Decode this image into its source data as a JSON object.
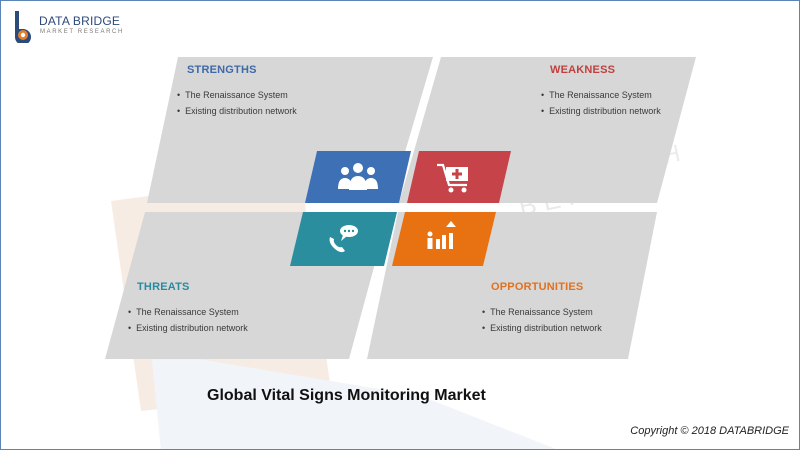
{
  "brand": {
    "name": "DATA BRIDGE",
    "subtitle": "MARKET RESEARCH",
    "icon": "data-bridge-logo-icon",
    "color": "#2c4a7a",
    "accent": "#e37f2c"
  },
  "swot": {
    "strengths": {
      "title": "STRENGTHS",
      "color": "#3e6aa8",
      "items": [
        "The Renaissance System",
        "Existing distribution network"
      ]
    },
    "weakness": {
      "title": "WEAKNESS",
      "color": "#c0403e",
      "items": [
        "The Renaissance System",
        "Existing distribution network"
      ]
    },
    "threats": {
      "title": "THREATS",
      "color": "#2a8aa0",
      "items": [
        "The Renaissance System",
        "Existing distribution network"
      ]
    },
    "opportunities": {
      "title": "OPPORTUNITIES",
      "color": "#e2711e",
      "items": [
        "The Renaissance System",
        "Existing distribution network"
      ]
    }
  },
  "center_tiles": [
    {
      "icon": "people-group-icon",
      "color": "#3e70b5"
    },
    {
      "icon": "medical-cart-icon",
      "color": "#c6434a"
    },
    {
      "icon": "phone-chat-icon",
      "color": "#2a8e9e"
    },
    {
      "icon": "growth-chart-icon",
      "color": "#e87112"
    }
  ],
  "panel_color": "#d7d7d7",
  "main_title": "Global Vital Signs Monitoring Market",
  "copyright": "Copyright © 2018 DATABRIDGE"
}
